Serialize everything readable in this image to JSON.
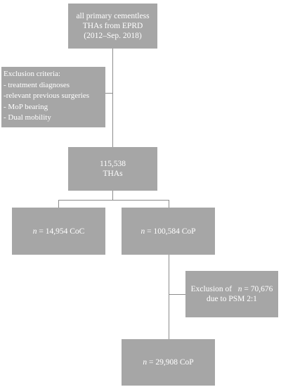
{
  "nodes": {
    "top": {
      "lines": [
        "all primary cementless",
        "THAs from EPRD",
        "(2012–Sep. 2018)"
      ]
    },
    "exclusion": {
      "title": "Exclusion criteria:",
      "items": [
        "- treatment diagnoses",
        "-relevant previous surgeries",
        "- MoP bearing",
        "- Dual mobility"
      ]
    },
    "total": {
      "lines": [
        "115,538",
        "THAs"
      ]
    },
    "coc": {
      "n": "n",
      "eq": " = 14,954 CoC"
    },
    "cop1": {
      "n": "n",
      "eq": " = 100,584 CoP"
    },
    "psm": {
      "line1_prefix": "Exclusion of",
      "n": "n",
      "line1_suffix": " = 70,676",
      "line2": "due to PSM 2:1"
    },
    "cop2": {
      "n": "n",
      "eq": " = 29,908 CoP"
    }
  },
  "colors": {
    "box_fill": "#a6a6a6",
    "box_text": "#ffffff",
    "connector": "#8c8c8c",
    "background": "#ffffff"
  }
}
